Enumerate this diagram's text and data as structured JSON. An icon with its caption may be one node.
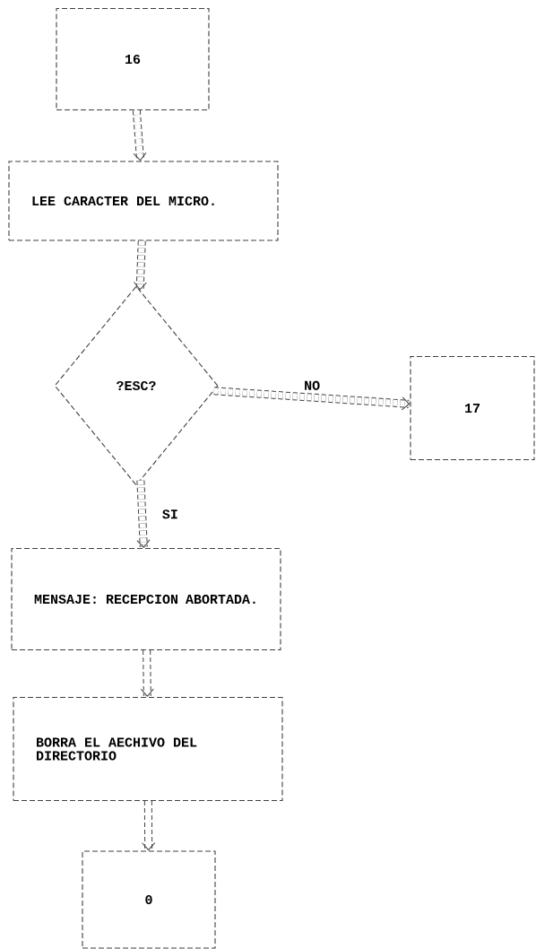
{
  "diagram": {
    "nodes": [
      {
        "text": [
          "16"
        ]
      },
      {
        "text": [
          "LEE CARACTER DEL MICRO."
        ]
      },
      {
        "text": [
          "?ESC?"
        ]
      },
      {
        "text": [
          "17"
        ]
      },
      {
        "text": [
          "MENSAJE: RECEPCION ABORTADA."
        ]
      },
      {
        "text": [
          "BORRA EL AECHIVO DEL DIRECTORIO"
        ]
      },
      {
        "text": [
          "0"
        ]
      }
    ],
    "edges": [
      {
        "from": 0,
        "to": 1,
        "arrow": "to"
      },
      {
        "from": 1,
        "to": 2,
        "arrow": "to"
      },
      {
        "from": 2,
        "to": 3,
        "arrow": "to",
        "label": "NO"
      },
      {
        "from": 2,
        "to": 4,
        "arrow": "to",
        "label": "SI"
      },
      {
        "from": 4,
        "to": 5,
        "arrow": "to"
      },
      {
        "from": 5,
        "to": 6,
        "arrow": "to"
      }
    ]
  }
}
